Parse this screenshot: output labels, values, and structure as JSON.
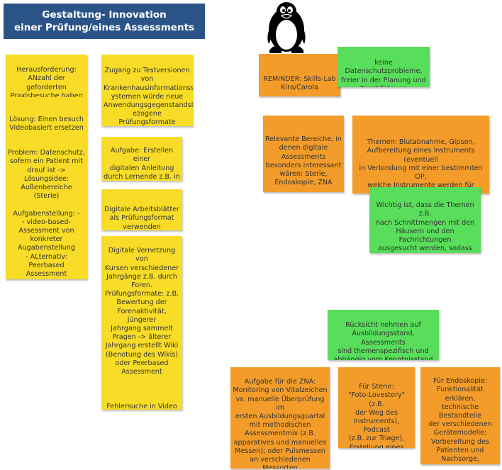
{
  "board": {
    "title": "Gestaltung- Innovation\neiner Prüfung/eines Assessments",
    "notes": {
      "herausforderung": "Herausforderung:\nANzahl der geforderten\nPraxisbesuche haben\nsich verdoppelt",
      "loesung": "Lösung: Einen besuch\nVideobasiert ersetzen",
      "problem": "Problem: Datenschutz,\nsofern ein Patient mit\ndrauf ist ->\nLösungsidee:\nAußenbereiche (Sterie)\n\nAufgabenstellung: -\n- video-based-\nAssessment von\nkonkreter\nAugabenstellung\n- ALternativ: Peerbased\nAssessment\n-> Kriterienkatalog",
      "zugang": "Zugang zu Testversionen\nvon\nKrankenhausinformationss\nystemen würde neue\nAnwendungsgegenstandsb\nezogene Prüfungsformate\nermöglichen",
      "aufgabe_anleitung": "Aufgabe: Erstellen einer\ndigitalen Anleitung\ndurch Lernende z.B. in\nForm von Video, Audio,\noder PPT",
      "arbeitsblaetter": "Digitale Arbeitsblätter\nals Prüfungsformat\nverwenden",
      "vernetzung": "Digitale Vernetzung von\nKursen verschiedener\nJahrgänge z.B. durch\nForen.\nPrüfungsformate: z.B.\nBewertung der\nForenaktivität, jüngerer\nJahrgang sammelt\nFragen -> älterer\nJahrgang erstellt Wiki\n(Benotung des Wikis)\noder Peerbased\nAssessment\n\n\n\nFehlersuche in Video\n(moodlebasiert)",
      "reminder": "REMINDER: Skills-Lab\nKira/Carola",
      "datenschutz": "keine\nDatenschutzprobleme,\nfreier in der Planung und\nDurchführung",
      "bereiche": "Relevante Bereiche, in\ndenen digitale\nAssessments\nbesonders interessant\nwären: Sterie,\nEndoskopie, ZNA",
      "themen": "Themen: Blutabnahme, Gipsen,\nAufbereitung eines Instruments (eventuell\nin Verbindung mit einer bestimmten OP,\nwelche Instrumente werden für welche\ngebraucht?, Vorgang der Sterilisation,\nPacken, \"Der Weg des Instruments\")",
      "wichtig": "Wichtig ist, dass die Themen z.B.\nnach Schnittmengen mit den\nHäusern und den Fachrichtungen\nausgesucht werden, sodass nicht\nnur die \"einfachste Prüfung\"\ngewählt wird",
      "ruecksicht": "Rücksicht nehmen auf\nAusbildungsstand, Assessments\nsind themenspezifisch und\nabhängig vom Kenntnisstand\n(z.B. auch keine Überforderung)",
      "zna": "Aufgabe für die ZNA:\nMonitoring von Vitalzeichen\nvs. manuelle Überprüfung im\nersten Ausbildungsquartal\nmit methodischen\nAssessmentmix (z.B.\napparatives und manuelles\nMessen); oder Pulsmessen\nan verschiedenen Messorten\n(was eignet sich was,\nMessqualität)",
      "sterie": "Für Sterie:\n\"Foto-Lovestory\" (z.B.\nder Weg des\nInstruments), Podcast\n(z.B. zur Triage),\nErstellung eines\nLerntagebuchs mit\n\"book creator\"",
      "endoskopie": "Für Endoskopie:\nFunktionalität erklären,\ntechnische Bestandteile\nder verschiedenen\nGerätemodelle;\nVorbereitung des\nPatienten und\nNachsorge,\nPräparateversorgung\n\nPodcast"
    },
    "icon": "tux-penguin-icon",
    "colors": {
      "title_bg": "#2a5488",
      "yellow": "#f8dc27",
      "orange": "#f39c2a",
      "green": "#58de5a"
    }
  }
}
